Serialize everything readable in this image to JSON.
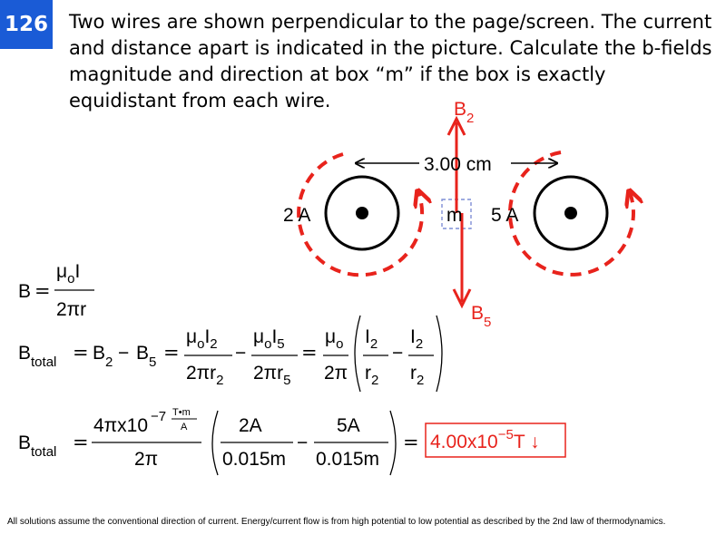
{
  "slide": {
    "number": "126",
    "problem_text": "Two wires are shown perpendicular to the page/screen. The current and distance apart is indicated in the picture. Calculate the b-fields magnitude and direction at box “m” if the box is exactly equidistant from each wire."
  },
  "diagram": {
    "distance_label": "3.00 cm",
    "wire_left_current": "2 A",
    "wire_right_current": "5 A",
    "point_label": "m",
    "field_up_B": "B",
    "field_up_sub": "2",
    "field_down_B": "B",
    "field_down_sub": "5",
    "colors": {
      "field": "#e8231c",
      "point_box": "#7f8fd6",
      "badge": "#1a5bd6"
    }
  },
  "equations": {
    "eq1": {
      "lhs": "B",
      "equals": "=",
      "num_mu": "μ",
      "num_mu_sub": "o",
      "num_I": "I",
      "den": "2πr"
    },
    "eq2": {
      "B": "B",
      "total_sub": "total",
      "equals": "=",
      "B2": "B",
      "B2_sub": "2",
      "minus": "−",
      "B5": "B",
      "B5_sub": "5",
      "mu": "μ",
      "o": "o",
      "I": "I",
      "sub2": "2",
      "sub5": "5",
      "two_pi_r": "2πr",
      "two_pi": "2π",
      "r": "r"
    },
    "eq3": {
      "B": "B",
      "total_sub": "total",
      "equals": "=",
      "num_main": "4πx10",
      "exp": "−7",
      "unit_top": "T•m",
      "unit_bottom": "A",
      "den": "2π",
      "frac1_num": "2A",
      "frac1_den": "0.015m",
      "minus": "−",
      "frac2_num": "5A",
      "frac2_den": "0.015m",
      "answer_main": "4.00x10",
      "answer_exp": "−5",
      "answer_unit": "T ↓"
    }
  },
  "footer": {
    "text": "All solutions assume the conventional direction of current. Energy/current flow is from high potential to low potential as described by the 2nd law of thermodynamics."
  }
}
